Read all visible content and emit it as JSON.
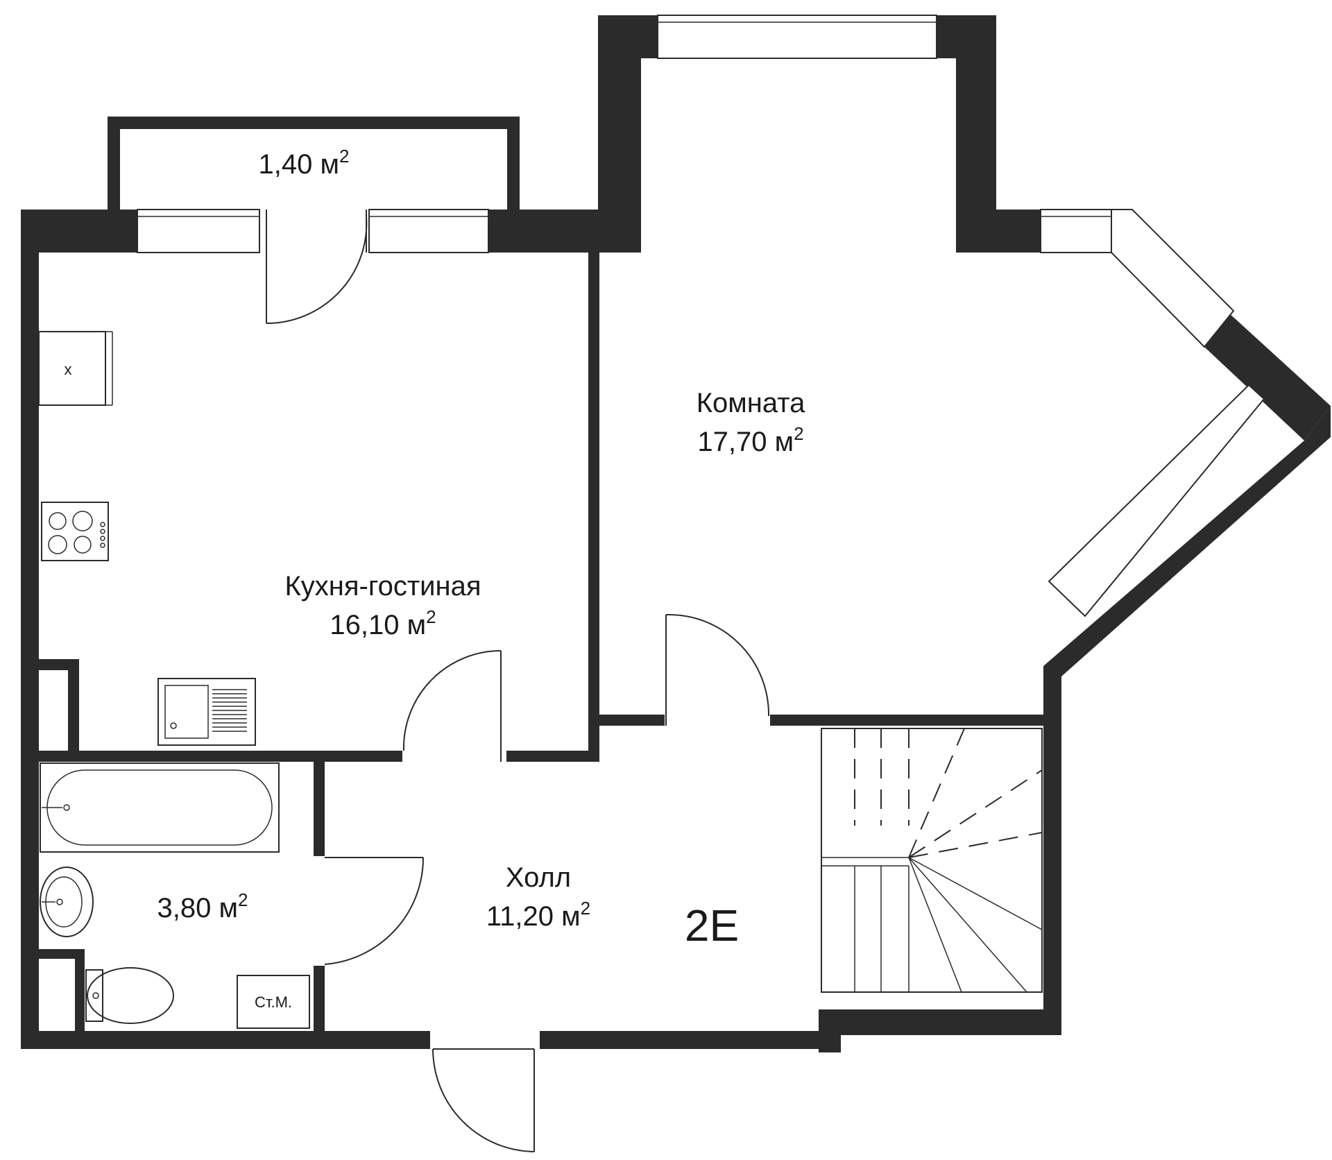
{
  "plan_code": "2E",
  "rooms": {
    "balcony": {
      "area": "1,40 м",
      "sup": "2"
    },
    "kitchen": {
      "name": "Кухня-гостиная",
      "area": "16,10 м",
      "sup": "2"
    },
    "room": {
      "name": "Комната",
      "area": "17,70 м",
      "sup": "2"
    },
    "hall": {
      "name": "Холл",
      "area": "11,20 м",
      "sup": "2"
    },
    "bathroom": {
      "area": "3,80 м",
      "sup": "2"
    }
  },
  "fixtures": {
    "fridge_mark": "x",
    "washer_label": "Ст.М."
  },
  "colors": {
    "wall": "#2b2b2b",
    "background": "#ffffff"
  }
}
